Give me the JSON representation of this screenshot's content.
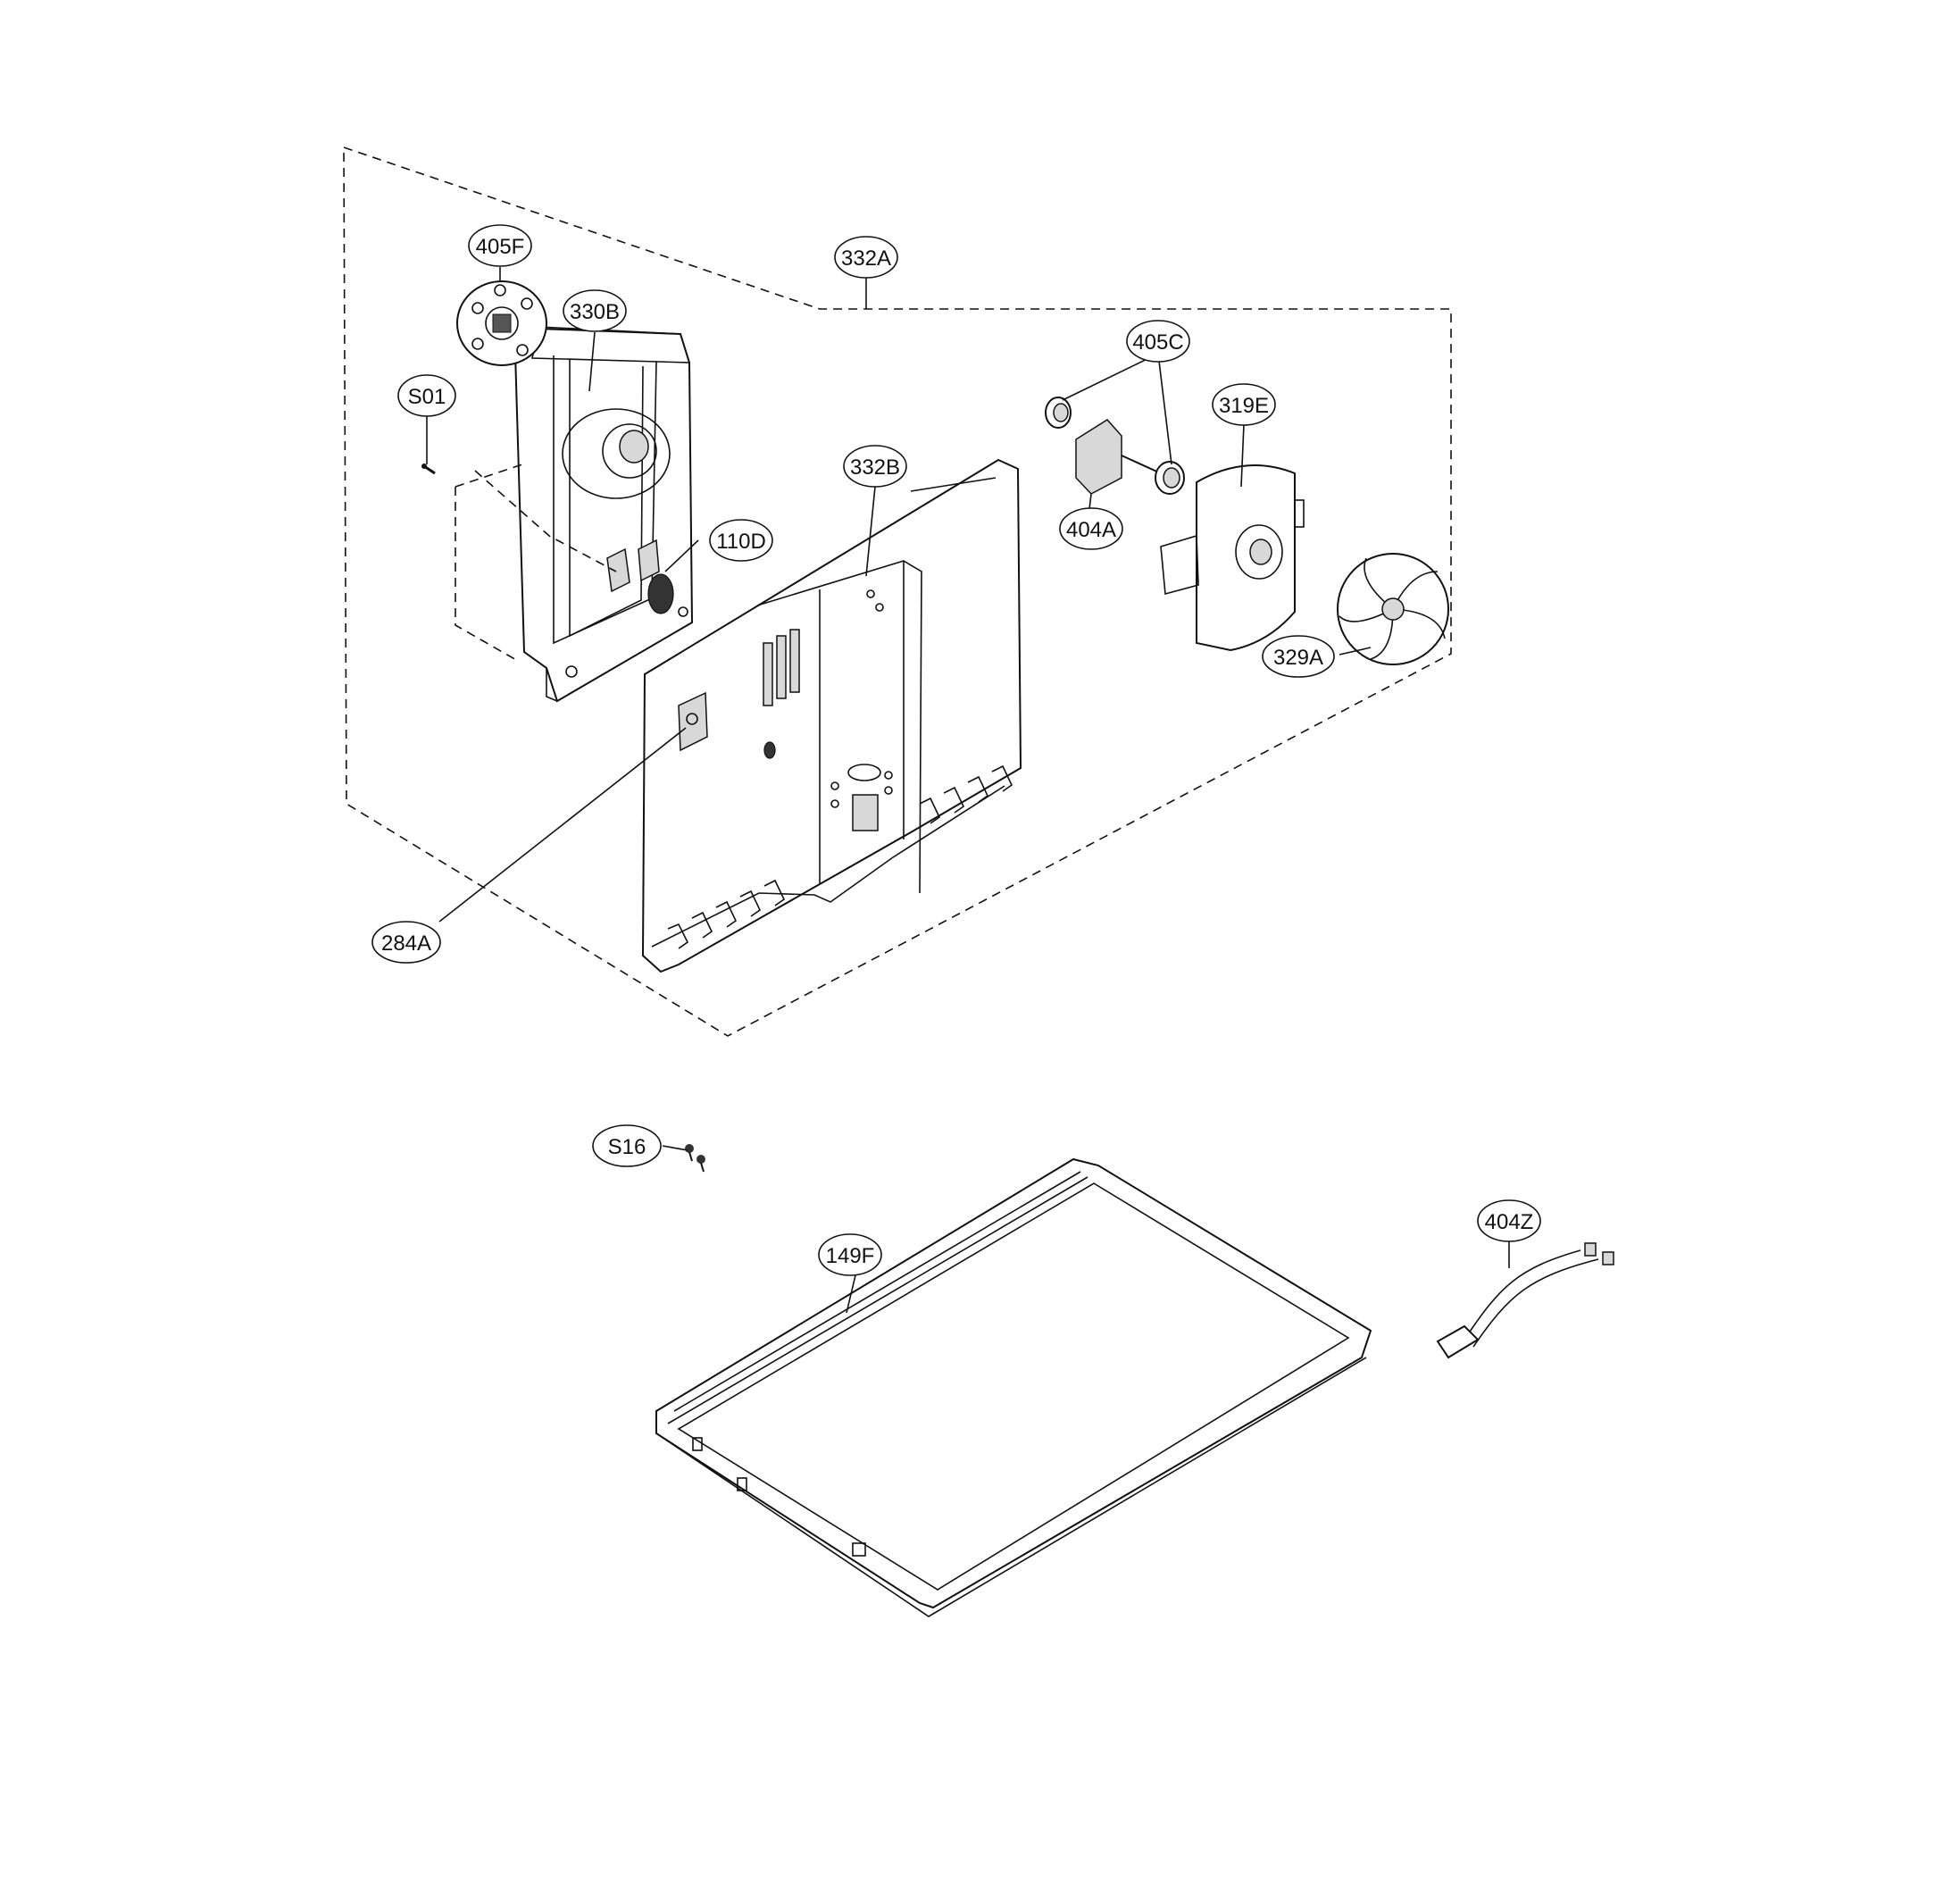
{
  "callouts": {
    "c405F": "405F",
    "c330B": "330B",
    "c332A": "332A",
    "cS01": "S01",
    "c405C": "405C",
    "c319E": "319E",
    "c332B": "332B",
    "c110D": "110D",
    "c404A": "404A",
    "c329A": "329A",
    "c284A": "284A",
    "cS16": "S16",
    "c149F": "149F",
    "c404Z": "404Z"
  }
}
